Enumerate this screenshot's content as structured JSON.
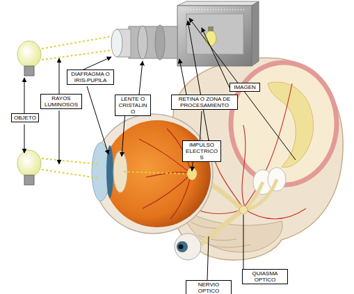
{
  "diagram": {
    "nodes": [
      {
        "text": [
          "DIAFRAGMA O IRIS-PUPILA"
        ]
      },
      {
        "text": [
          "RAYOS LUMINOSOS"
        ]
      },
      {
        "text": [
          "LENTE O CRISTALINO"
        ]
      },
      {
        "text": [
          "RETINA O ZONA DE PROCESAMIENTO"
        ]
      },
      {
        "text": [
          "IMAGEN"
        ]
      },
      {
        "text": [
          "OBJETO"
        ]
      },
      {
        "text": [
          "IMPULSO ELECTRICOS"
        ]
      },
      {
        "text": [
          "QUIASMA OPTICO"
        ]
      },
      {
        "text": [
          "NERVIO OPTICO"
        ]
      }
    ]
  }
}
